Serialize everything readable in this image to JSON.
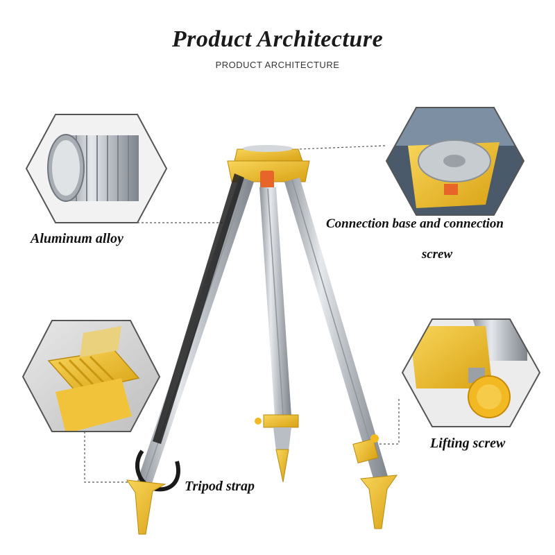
{
  "header": {
    "title": "Product Architecture",
    "subtitle": "PRODUCT ARCHITECTURE"
  },
  "callouts": {
    "aluminum": "Aluminum alloy",
    "connection_line1": "Connection base and connection",
    "connection_line2": "screw",
    "lifting": "Lifting screw",
    "strap": "Tripod strap"
  },
  "colors": {
    "tripod_yellow": "#f2c12e",
    "aluminum_silver": "#c9cdd2",
    "screw_orange": "#e8652a",
    "strap_black": "#1a1a1a"
  }
}
